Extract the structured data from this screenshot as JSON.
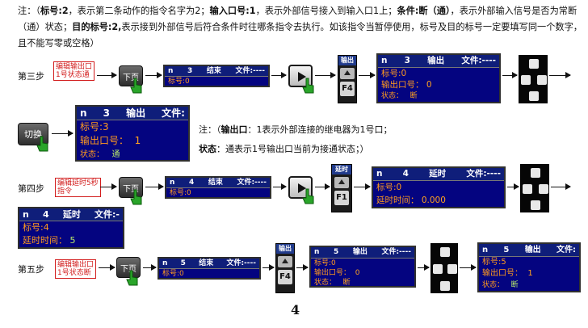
{
  "note": {
    "prefix": "注：（",
    "tag_label": "标号:2",
    "t1": "，表示第二条动作的指令名字为2；",
    "input_label": "输入口号:1",
    "t2": "，表示外部信号接入到输入口1上；",
    "cond_label": "条件:断（通）",
    "t3": "，表示外部输入信号是否为常断（通）状态；",
    "target_label": "目的标号:2,",
    "t4": "表示接到外部信号后符合条件时往哪条指令去执行。如该指令当暂停使用，标号及目的标号一定要填写同一个数字，且不能写零或空格）"
  },
  "step3": {
    "label": "第三步",
    "tag": [
      "编辑输出口",
      "1号状态通"
    ],
    "btn": "下页",
    "screen1": {
      "n": "n",
      "num": "3",
      "title": "结束",
      "file": "文件:----",
      "row1": "标号:0"
    },
    "fpanel": {
      "title": "输出",
      "key": "F4"
    },
    "screen2": {
      "n": "n",
      "num": "3",
      "title": "输出",
      "file": "文件:----",
      "row1": "标号:0",
      "row2": "输出口号：",
      "row2v": "0",
      "row3": "状态：",
      "row3v": "断"
    }
  },
  "switch_row": {
    "btn": "切换",
    "screen": {
      "n": "n",
      "num": "3",
      "title": "输出",
      "file": "文件:",
      "row1": "标号:3",
      "row2": "输出口号：",
      "row2v": "1",
      "row3": "状态：",
      "row3v": "通"
    },
    "note1_prefix": "注：（",
    "note1_label": "输出口",
    "note1_text": "：1表示外部连接的继电器为1号口；",
    "note2_label": "状态",
    "note2_text": "：通表示1号输出口当前为接通状态；）"
  },
  "step4": {
    "label": "第四步",
    "tag": [
      "编辑延时5秒",
      "指令"
    ],
    "btn": "下页",
    "screen1": {
      "n": "n",
      "num": "4",
      "title": "结束",
      "file": "文件:----",
      "row1": "标号:0"
    },
    "fpanel": {
      "title": "延时",
      "key": "F1"
    },
    "screen2": {
      "n": "n",
      "num": "4",
      "title": "延时",
      "file": "文件:----",
      "row1": "标号:0",
      "row2": "延时时间：",
      "row2v": "0.000"
    },
    "screen3": {
      "n": "n",
      "num": "4",
      "title": "延时",
      "file": "文件:-",
      "row1": "标号:4",
      "row2": "延时时间：",
      "row2v": "5"
    }
  },
  "step5": {
    "label": "第五步",
    "tag": [
      "编辑输出口",
      "1号状态断"
    ],
    "btn": "下页",
    "screen1": {
      "n": "n",
      "num": "5",
      "title": "结束",
      "file": "文件:----",
      "row1": "标号:0"
    },
    "fpanel": {
      "title": "输出",
      "key": "F4"
    },
    "screen2": {
      "n": "n",
      "num": "5",
      "title": "输出",
      "file": "文件:----",
      "row1": "标号:0",
      "row2": "输出口号：",
      "row2v": "0",
      "row3": "状态：",
      "row3v": "断"
    },
    "screen3": {
      "n": "n",
      "num": "5",
      "title": "输出",
      "file": "文件:",
      "row1": "标号:5",
      "row2": "输出口号：",
      "row2v": "1",
      "row3": "状态：",
      "row3v": "断"
    }
  },
  "page_number": "4",
  "colors": {
    "screen_bg": "#040480",
    "label_text": "#ff9a1e",
    "tag_border": "#d21c1c",
    "header_bg": "#0f1e7a"
  }
}
